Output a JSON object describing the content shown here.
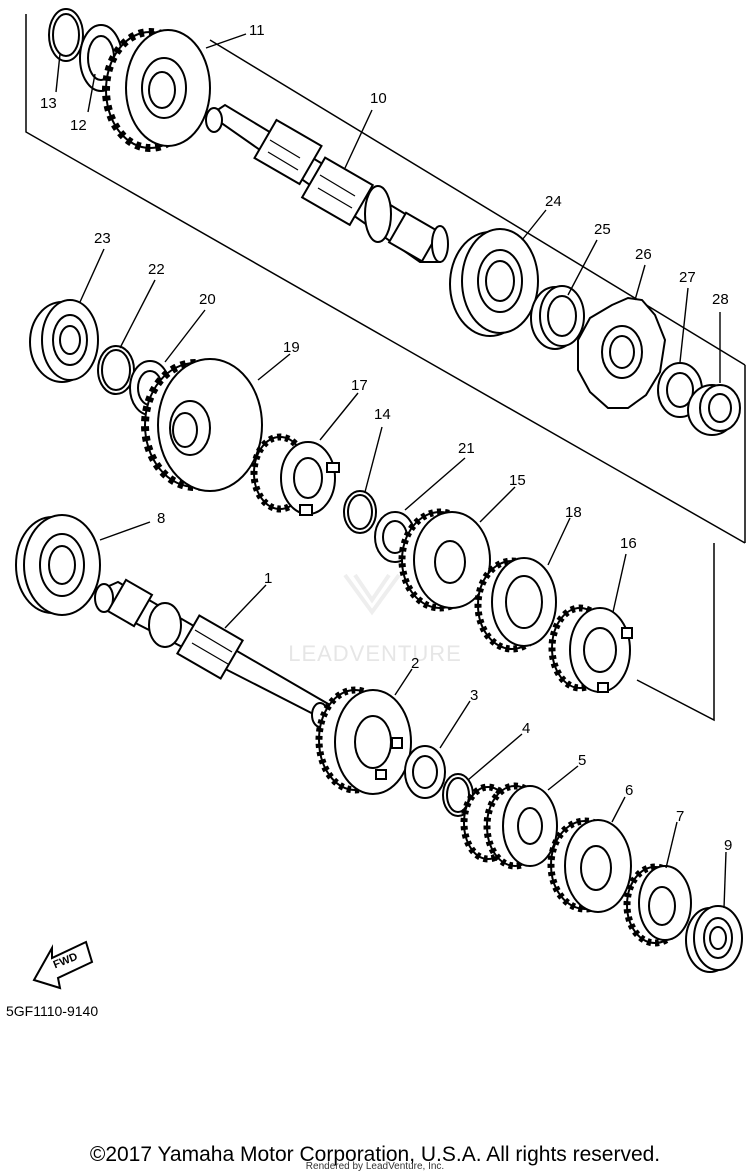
{
  "diagram": {
    "part_code": "5GF1110-9140",
    "copyright": "©2017 Yamaha Motor Corporation, U.S.A. All rights reserved.",
    "rendered_by": "Rendered by LeadVenture, Inc.",
    "watermark": "LEADVENTURE",
    "fwd_label": "FWD",
    "callouts": [
      "1",
      "2",
      "3",
      "4",
      "5",
      "6",
      "7",
      "8",
      "9",
      "10",
      "11",
      "12",
      "13",
      "14",
      "15",
      "16",
      "17",
      "18",
      "19",
      "20",
      "21",
      "22",
      "23",
      "24",
      "25",
      "26",
      "27",
      "28"
    ]
  }
}
